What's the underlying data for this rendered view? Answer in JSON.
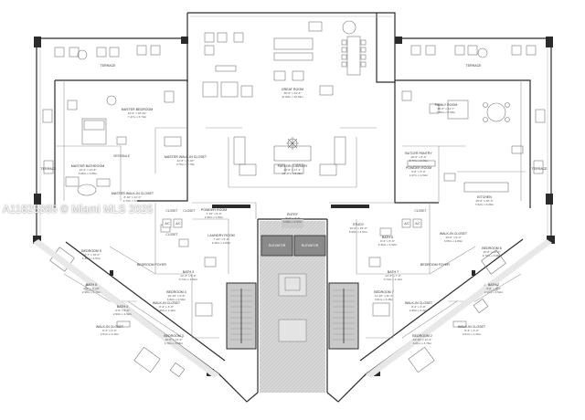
{
  "plan": {
    "rooms": {
      "terrace_nw": {
        "name": "TERRACE"
      },
      "terrace_ne": {
        "name": "TERRACE"
      },
      "terrace_w": {
        "name": "TERRACE"
      },
      "terrace_e": {
        "name": "TERRACE"
      },
      "master_bedroom": {
        "name": "MASTER BEDROOM",
        "dims": "24'-6\" x 18'-10\"",
        "metric": "7.47m x 5.74m"
      },
      "great_room": {
        "name": "GREAT ROOM",
        "dims": "38'-8\" x 34'-6\"",
        "metric": "11.80m x 10.49m"
      },
      "family_room": {
        "name": "FAMILY ROOM",
        "dims": "26'-6\" x 21'-7\"",
        "metric": "7.56m x 6.58m"
      },
      "master_walkin": {
        "name": "MASTER WALK-IN CLOSET",
        "dims": "12'-8\" x 8'-10\"",
        "metric": "3.70m x 2.70m"
      },
      "master_bathroom": {
        "name": "MASTER BATHROOM",
        "dims": "13'-4\" x 12'-8\"",
        "metric": "4.06m x 3.86m"
      },
      "master_walkin2": {
        "name": "MASTER WALK-IN CLOSET",
        "dims": "8'-10\" x 12'-0\"",
        "metric": "2.70m x 3.67m"
      },
      "parlor": {
        "name": "PARLOR / LIBRARY",
        "dims": "40'-8\" x 17'-4\"",
        "metric": "12.37m x 5.32m"
      },
      "butler_pantry": {
        "name": "BUTLER PANTRY",
        "dims": "19'-0\" x 8'-0\"",
        "metric": "5.77m x 2.43m"
      },
      "powder_room_e": {
        "name": "POWDER ROOM",
        "dims": "5'-6\" x 5'-0\"",
        "metric": "1.67m x 1.52m"
      },
      "kitchen": {
        "name": "KITCHEN",
        "dims": "25'-0\" x 20'-0\"",
        "metric": "7.62m x 6.09m"
      },
      "powder_room_w": {
        "name": "POWDER ROOM",
        "dims": "7'-10\" x 6'-0\"",
        "metric": "2.39m x 1.83m"
      },
      "laundry": {
        "name": "LAUNDRY ROOM",
        "dims": "7'-10\" x 6'-0\"",
        "metric": "2.39m x 1.83m"
      },
      "bath3": {
        "name": "BATH 3",
        "dims": "12'-3\" x 5'-0\"",
        "metric": "3.73m x 1.52m"
      },
      "entry": {
        "name": "ENTRY",
        "dims": "16'-0\" x 8'-5\"",
        "metric": "4.88m x 2.57m"
      },
      "study": {
        "name": "STUDY",
        "dims": "19'-6\" x 15'-0\"",
        "metric": "5.95m x 4.57m"
      },
      "bath6": {
        "name": "BATH 6",
        "dims": "8'-2\" x 5'-0\"",
        "metric": "2.49m x 1.52m"
      },
      "bath7": {
        "name": "BATH 7",
        "dims": "12'-3\" x 7'-0\"",
        "metric": "3.73m x 2.13m"
      },
      "walkin_bed6": {
        "name": "WALK-IN CLOSET",
        "dims": "10'-0\" x 9'-4\"",
        "metric": "3.05m x 2.84m"
      },
      "bedroom6": {
        "name": "BEDROOM 6",
        "dims": "15'-6\" x 13'-0\"",
        "metric": "4.72m x 3.96m"
      },
      "bedroom5": {
        "name": "BEDROOM 5",
        "dims": "14'-7\" x 15'-0\"",
        "metric": "4.45m x 4.57m"
      },
      "bedroom4": {
        "name": "BEDROOM 4",
        "dims": "15'-10\" x 9'-6\"",
        "metric": "4.82m x 2.90m"
      },
      "bedroom7": {
        "name": "BEDROOM 7",
        "dims": "11'-10\" x 11'-4\"",
        "metric": "3.61m x 3.45m"
      },
      "bedroom3": {
        "name": "BEDROOM 3",
        "dims": "15'-5\" x 13'-0\"",
        "metric": "4.70m x 3.96m"
      },
      "bedroom2": {
        "name": "BEDROOM 2",
        "dims": "13'-10\" x 12'-4\"",
        "metric": "4.21m x 3.76m"
      },
      "bath5": {
        "name": "BATH 5",
        "dims": "9'-6\" x 5'-10\"",
        "metric": "2.90m x 1.78m"
      },
      "bath4": {
        "name": "BATH 4",
        "dims": "9'-6\" x 5'-0\"",
        "metric": "2.90m x 1.52m"
      },
      "bath2": {
        "name": "BATH 2",
        "dims": "9'-6\" x 5'-0\"",
        "metric": "2.90m x 1.52m"
      },
      "walkin_w1": {
        "name": "WALK-IN CLOSET",
        "dims": "8'-3\" x 4'-0\"",
        "metric": "2.51m x 1.22m"
      },
      "walkin_w2": {
        "name": "WALK-IN CLOSET",
        "dims": "8'-2\" x 4'-8\"",
        "metric": "2.49m x 1.42m"
      },
      "walkin_e1": {
        "name": "WALK-IN CLOSET",
        "dims": "8'-3\" x 4'-0\"",
        "metric": "2.51m x 1.22m"
      },
      "walkin_e2": {
        "name": "WALK-IN CLOSET",
        "dims": "8'-2\" x 4'-8\"",
        "metric": "2.49m x 1.42m"
      },
      "bedroom_foyer_w": {
        "name": "BEDROOM FOYER"
      },
      "bedroom_foyer_e": {
        "name": "BEDROOM FOYER"
      }
    },
    "tags": {
      "closet1": "CLOSET",
      "closet2": "CLOSET",
      "closet3": "CLOSET",
      "closet4": "CLOSET",
      "vestibule": "VESTIBULE",
      "ac1": "A/C",
      "ac2": "A/C",
      "ac3": "A/C",
      "ac4": "A/C"
    },
    "elevators": {
      "left": "ELEVATOR",
      "right": "ELEVATOR"
    }
  },
  "watermark": "A11825365 © Miami MLS 2025",
  "colors": {
    "wall": "#2b2b2b",
    "stair": "#c9c9c9",
    "elevator": "#8a8a8a",
    "lines": "#9a9a9a",
    "furniture": "#777777"
  }
}
